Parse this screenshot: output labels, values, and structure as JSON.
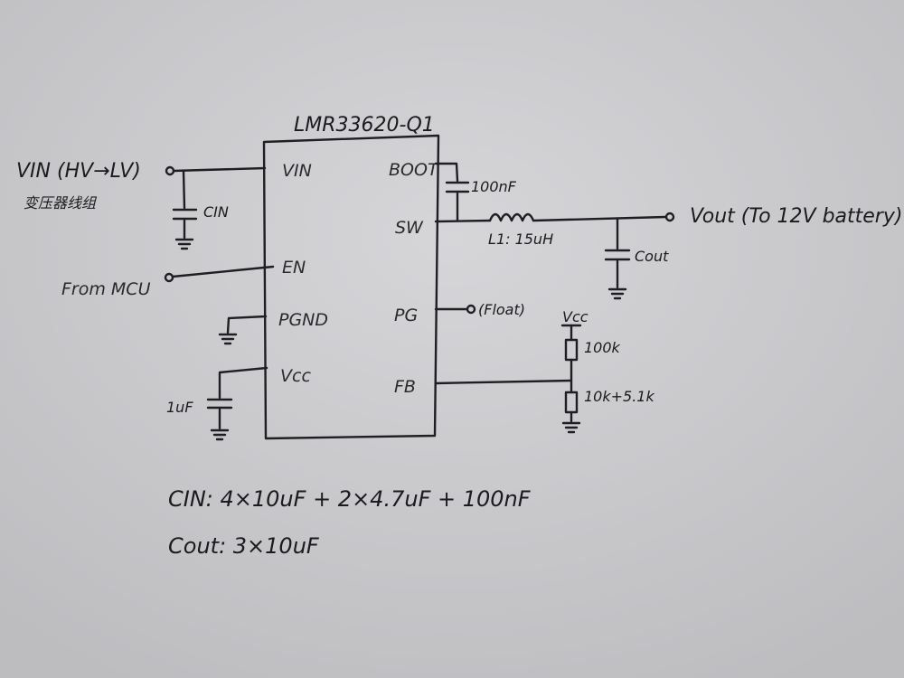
{
  "ic": {
    "part": "LMR33620-Q1",
    "pins": {
      "vin": "VIN",
      "en": "EN",
      "pgnd": "PGND",
      "vcc": "Vcc",
      "boot": "BOOT",
      "sw": "SW",
      "pg": "PG",
      "fb": "FB"
    }
  },
  "labels": {
    "vin_source": "VIN (HV→LV)",
    "vin_source_cn": "变压器线组",
    "cin": "CIN",
    "from_mcu": "From MCU",
    "vcc_cap": "1uF",
    "boot_cap": "100nF",
    "inductor": "L1: 15uH",
    "vout": "Vout (To 12V battery)",
    "cout": "Cout",
    "pg_float": "(Float)",
    "fb_vcc": "Vcc",
    "r_top": "100k",
    "r_bottom": "10k+5.1k"
  },
  "notes": {
    "cin": "CIN: 4×10uF + 2×4.7uF + 100nF",
    "cout": "Cout: 3×10uF"
  },
  "colors": {
    "paper": "#c9c9cb",
    "ink": "#1e1e24"
  }
}
